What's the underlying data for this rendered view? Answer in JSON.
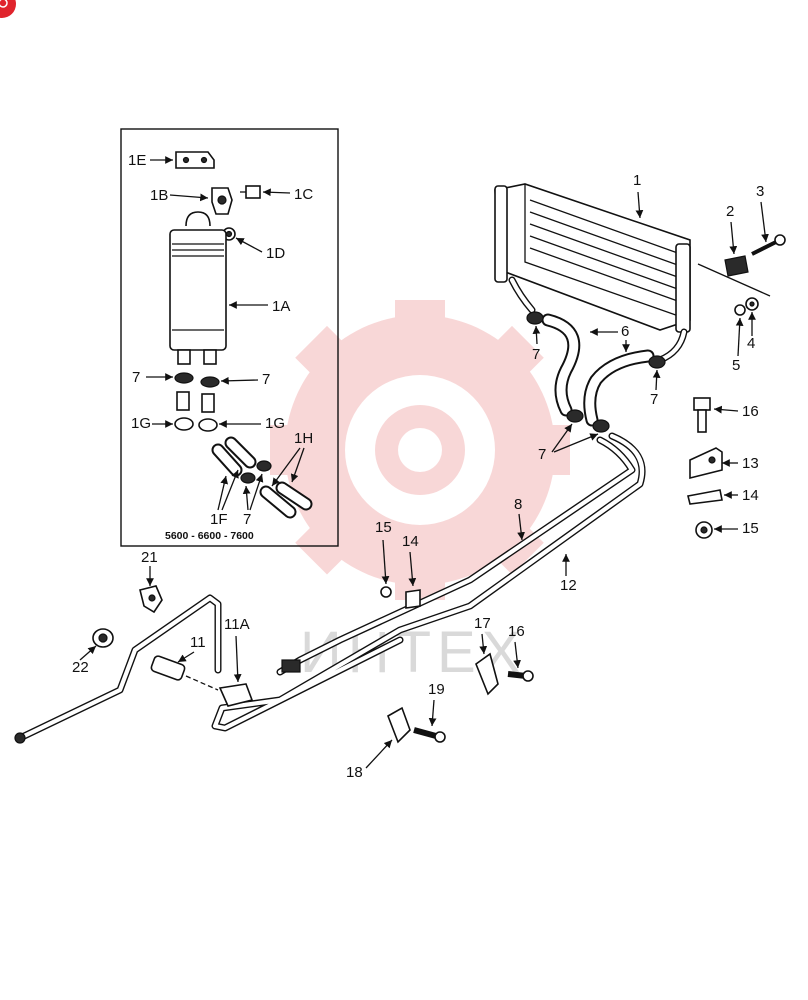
{
  "corner_badge": {
    "color": "#e0242c",
    "icon": "logo-icon"
  },
  "inset": {
    "caption": "5600 - 6600 - 7600",
    "labels": {
      "1E": "1E",
      "1B": "1B",
      "1C": "1C",
      "1D": "1D",
      "1A": "1A",
      "7a": "7",
      "7b": "7",
      "1Ga": "1G",
      "1Gb": "1G",
      "1H": "1H",
      "1F": "1F",
      "7c": "7"
    }
  },
  "callouts": {
    "c1": "1",
    "c2": "2",
    "c3": "3",
    "c4": "4",
    "c5": "5",
    "c6": "6",
    "c7a": "7",
    "c7b": "7",
    "c7c": "7",
    "c8": "8",
    "c12": "12",
    "c13": "13",
    "c14a": "14",
    "c14b": "14",
    "c15a": "15",
    "c15b": "15",
    "c16a": "16",
    "c16b": "16",
    "c17": "17",
    "c18": "18",
    "c19": "19",
    "c21": "21",
    "c22": "22",
    "c11": "11",
    "c11A": "11A"
  },
  "watermark": {
    "text": "ИНТЕХ",
    "color": "#f4b8b8"
  }
}
